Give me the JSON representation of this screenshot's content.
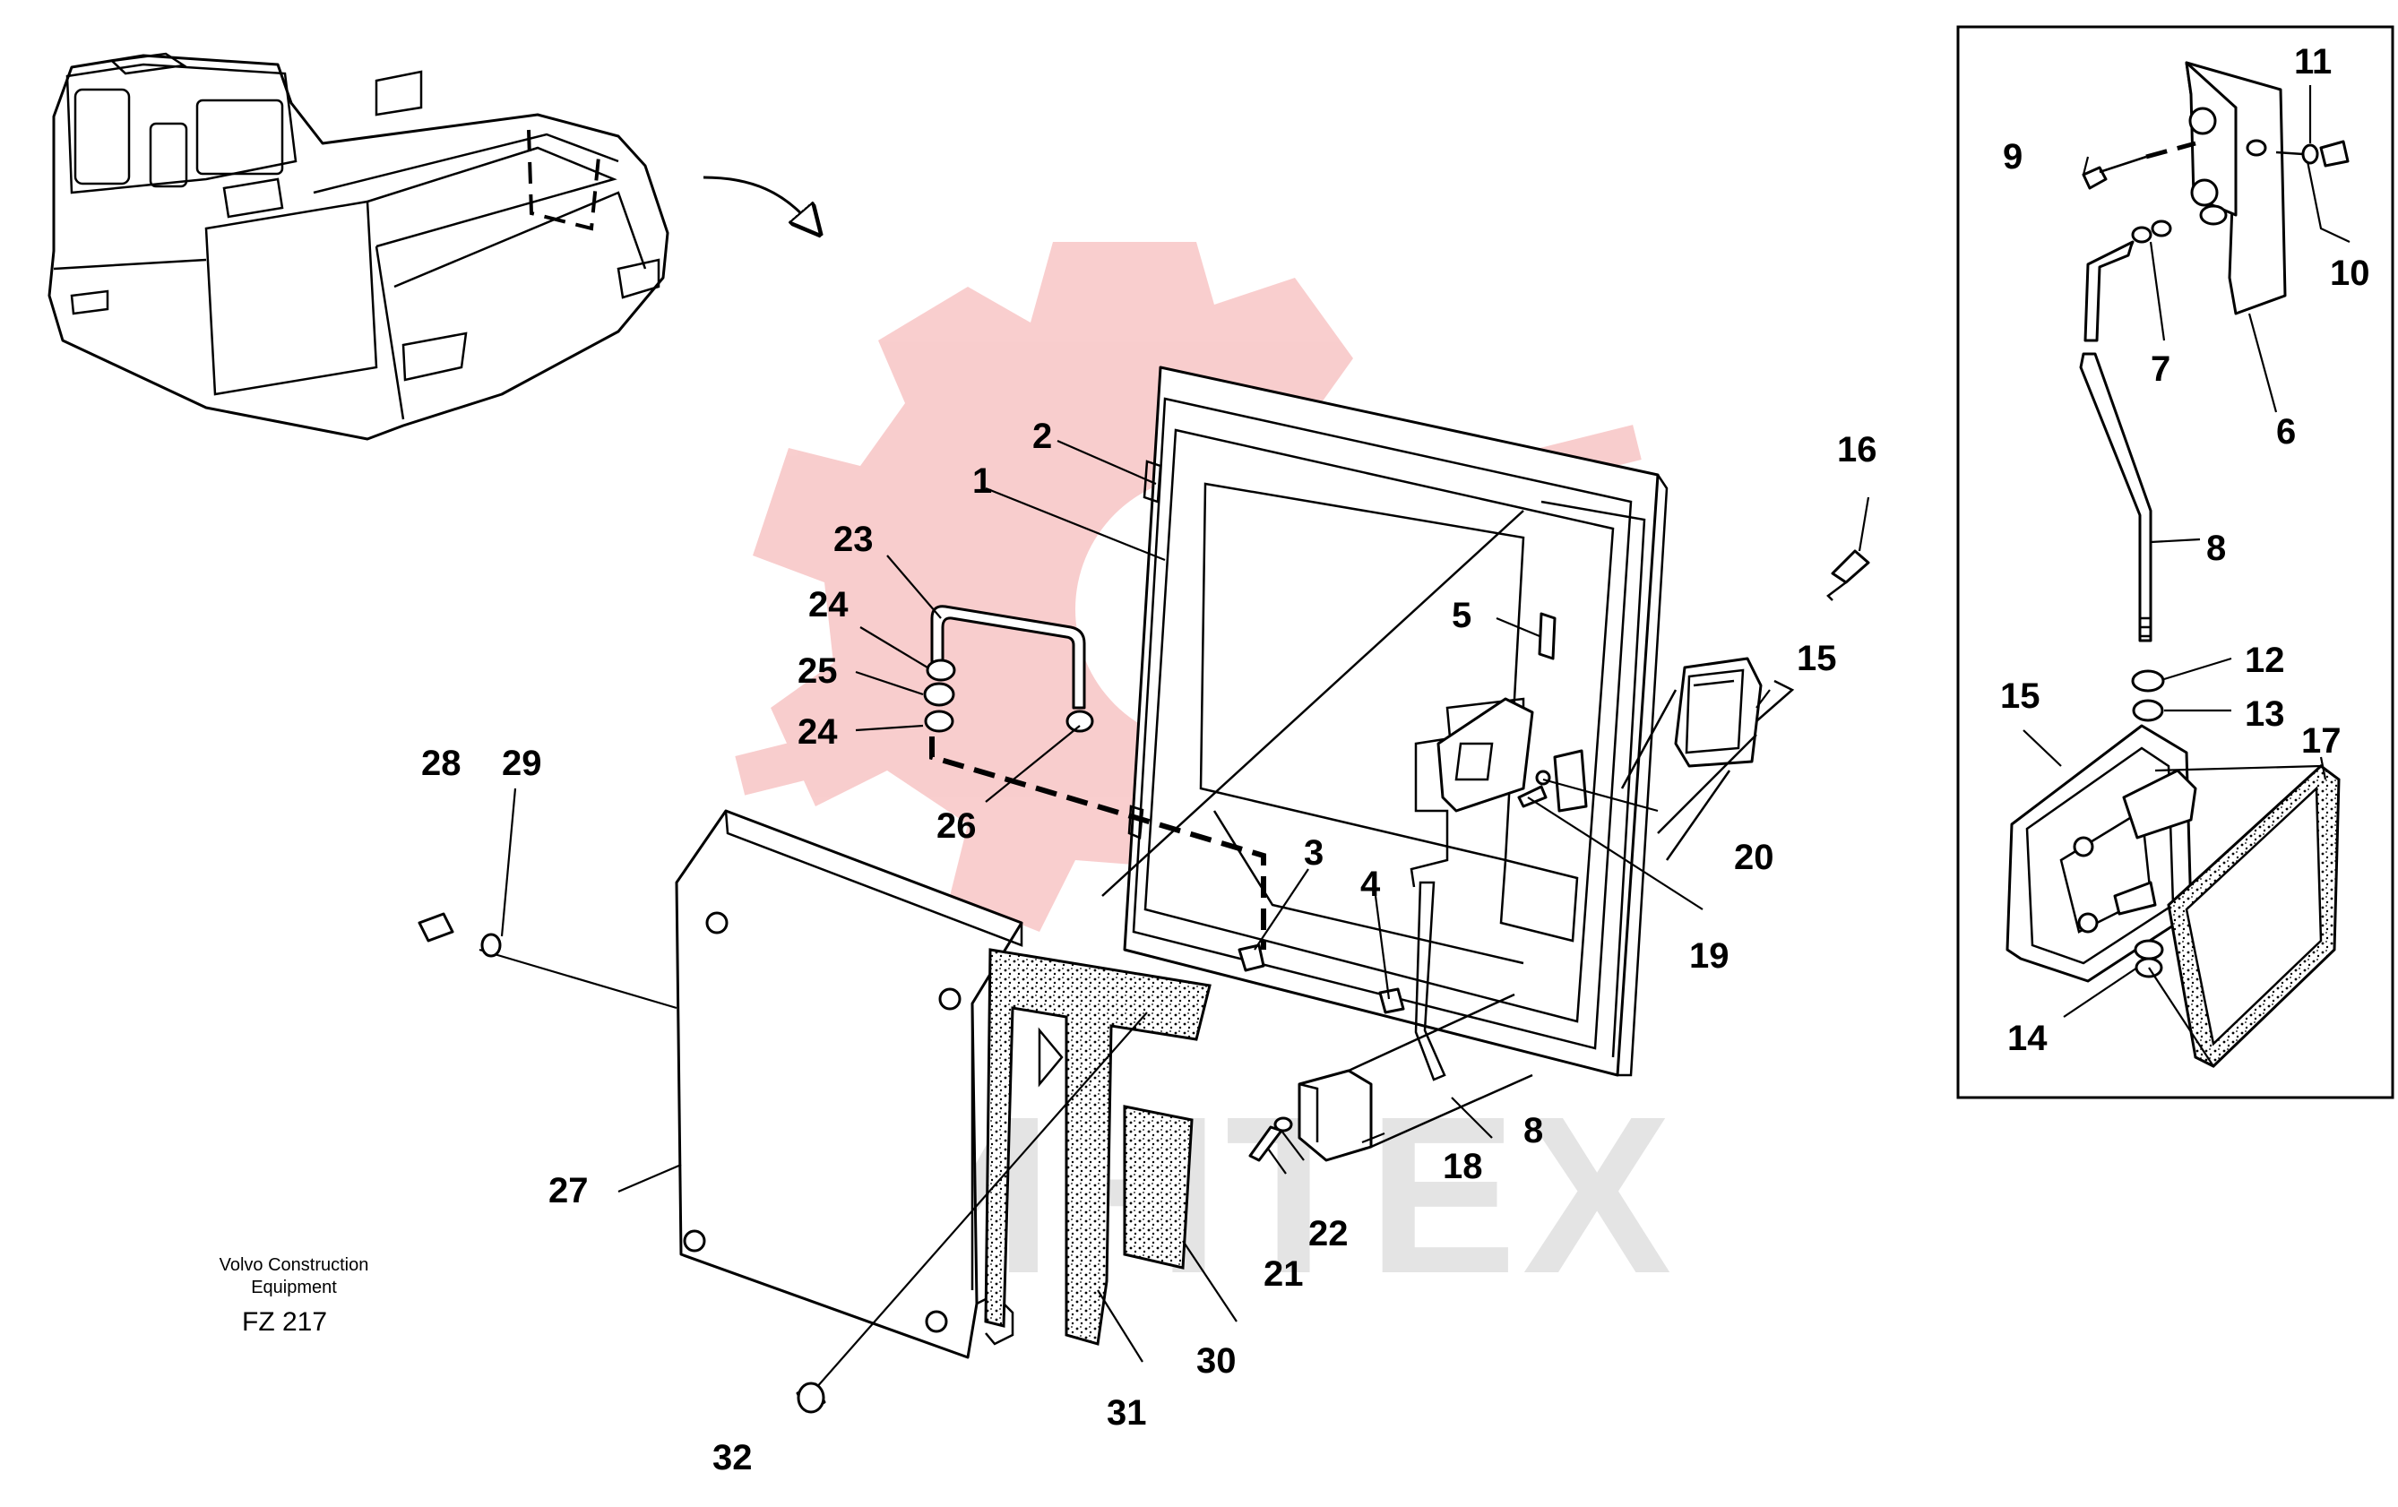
{
  "caption": {
    "line1": "Volvo Construction",
    "line2": "Equipment",
    "code": "FZ 217"
  },
  "watermark": {
    "text": "ИНТЕХ",
    "logo_color": "#f4a6a6",
    "text_color": "#cfcfcf"
  },
  "callouts": {
    "c1": "1",
    "c2": "2",
    "c3": "3",
    "c4": "4",
    "c5": "5",
    "c8": "8",
    "c15": "15",
    "c16": "16",
    "c18": "18",
    "c19": "19",
    "c20": "20",
    "c21": "21",
    "c22": "22",
    "c23": "23",
    "c24a": "24",
    "c24b": "24",
    "c25": "25",
    "c26": "26",
    "c27": "27",
    "c28": "28",
    "c29": "29",
    "c30": "30",
    "c31": "31",
    "c32": "32",
    "d6": "6",
    "d7": "7",
    "d8": "8",
    "d9": "9",
    "d10": "10",
    "d11": "11",
    "d12": "12",
    "d13": "13",
    "d14": "14",
    "d15": "15",
    "d17": "17"
  }
}
